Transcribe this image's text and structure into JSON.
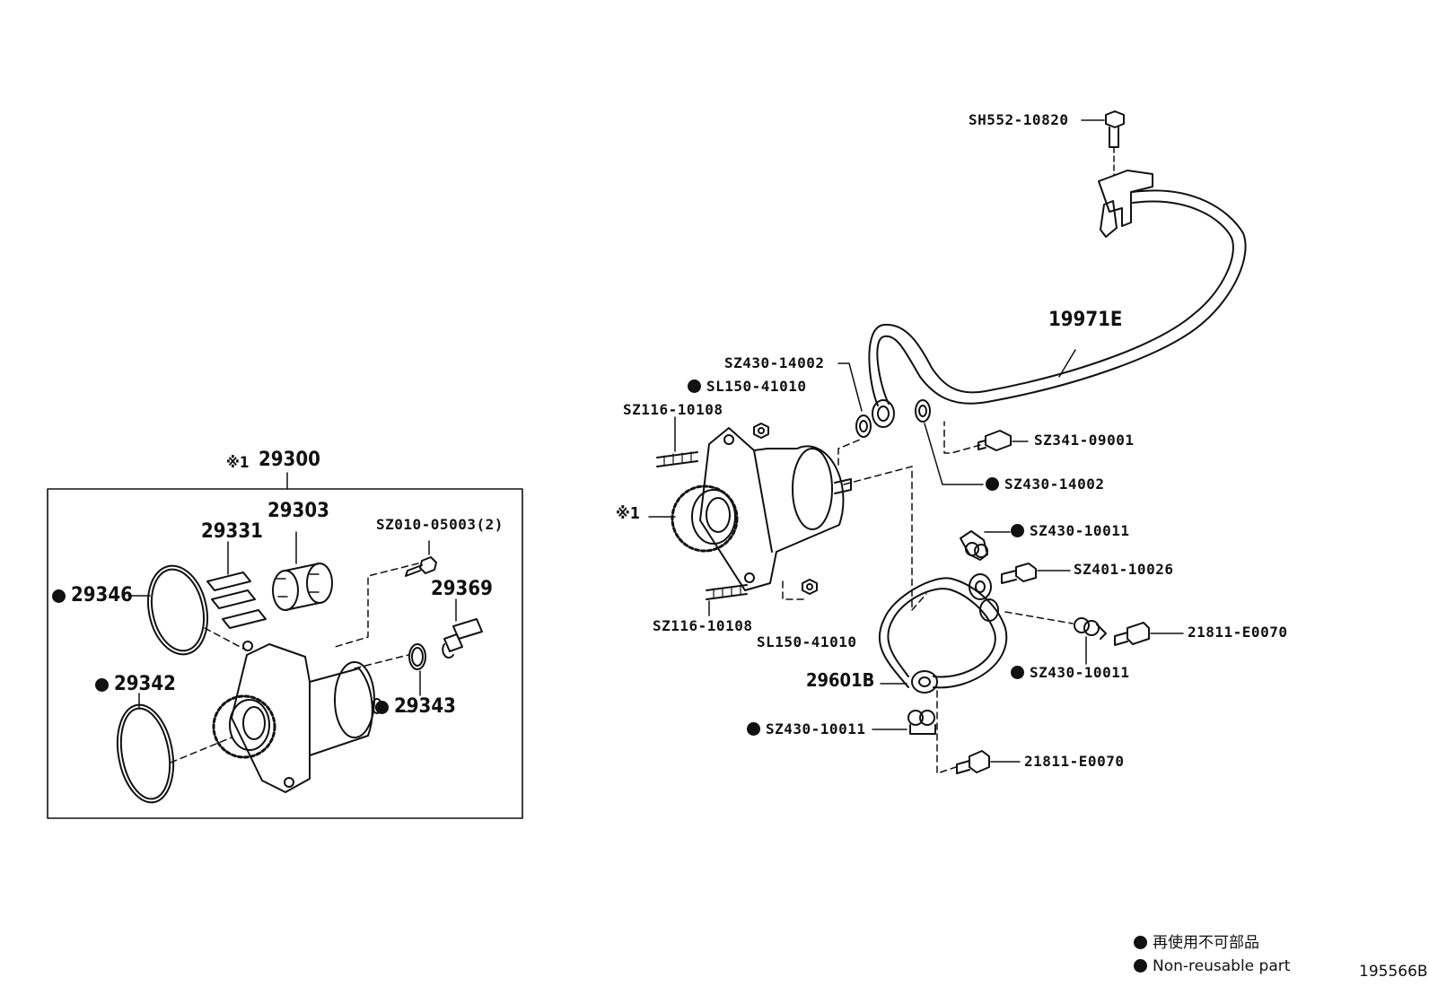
{
  "diagram": {
    "labels": {
      "sh552": "SH552-10820",
      "p19971e": "19971E",
      "sz430_14002_a": "SZ430-14002",
      "sl150_a": "SL150-41010",
      "sz116_a": "SZ116-10108",
      "sz341": "SZ341-09001",
      "sz430_14002_b": "SZ430-14002",
      "ref1": "※1",
      "sz430_10011_a": "SZ430-10011",
      "sz401": "SZ401-10026",
      "p21811_a": "21811-E0070",
      "sz116_b": "SZ116-10108",
      "sl150_b": "SL150-41010",
      "sz430_10011_b": "SZ430-10011",
      "p29601b": "29601B",
      "sz430_10011_c": "SZ430-10011",
      "p21811_b": "21811-E0070",
      "assy_ref": "※1",
      "assy": "29300",
      "p29331": "29331",
      "p29303": "29303",
      "sz010": "SZ010-05003(2)",
      "p29346": "29346",
      "p29369": "29369",
      "p29342": "29342",
      "p29343": "29343"
    },
    "legend": {
      "jp": "再使用不可部品",
      "en": "Non-reusable part"
    },
    "code": "195566B"
  }
}
